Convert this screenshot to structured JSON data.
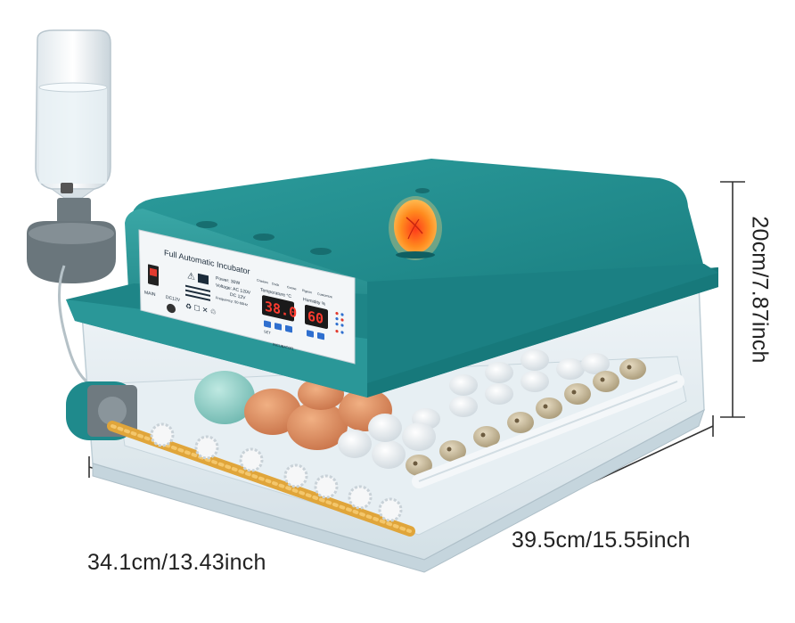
{
  "product": {
    "panel_title": "Full Automatic Incubator",
    "spec_power": "Power: 30W",
    "spec_voltage_ac": "Voltage: AC 120V",
    "spec_voltage_dc": "DC 12V",
    "spec_frequency": "Frequency: 50-60Hz",
    "temperature_label": "Temperature °C",
    "humidity_label": "Humidity %",
    "temperature_value": "38.0",
    "humidity_value": "60",
    "button_label_left": "SET",
    "switch_label": "MAIN",
    "dc_label": "DC12V",
    "brand_label": "INCUBATOR",
    "mode_labels": [
      "Chicken",
      "Duck",
      "Goose",
      "Pigeon",
      "Customize"
    ]
  },
  "dimensions": {
    "width": "34.1cm/13.43inch",
    "depth": "39.5cm/15.55inch",
    "height": "20cm/7.87inch"
  },
  "colors": {
    "lid": "#1f8a8c",
    "lid_dark": "#156f72",
    "lid_light": "#3aa7a6",
    "base": "#dfe9ee",
    "egg_brown": "#d9895a",
    "egg_blue": "#8fd0c8",
    "egg_white": "#f1f3f5",
    "roller": "#e0a53a",
    "candle_glow": "#ff8a1e",
    "display_red": "#ff3b2f",
    "display_bg": "#1a1a1a"
  }
}
